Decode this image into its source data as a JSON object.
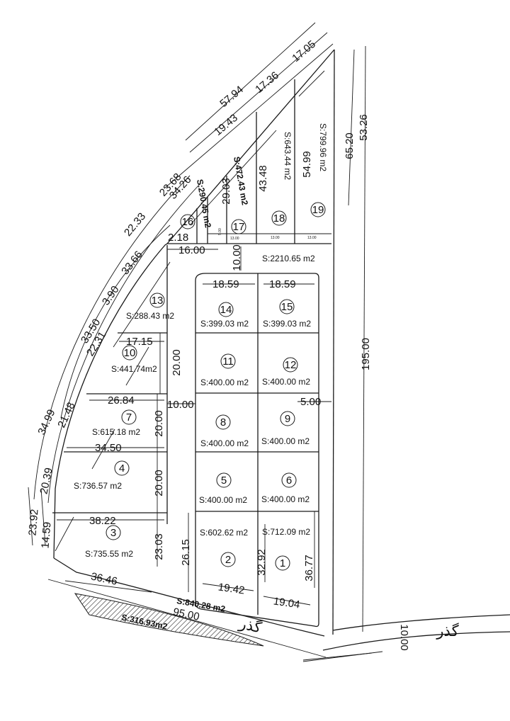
{
  "dims": {
    "d57_94": "57.94",
    "d19_43": "19.43",
    "d17_36": "17.36",
    "d17_05": "17.05",
    "d34_26": "34.26",
    "d23_68": "23.68",
    "d22_33": "22.33",
    "d33_66": "33.66",
    "d33_50": "33.50",
    "d3_90": "3.90",
    "d22_31": "22.31",
    "d34_99": "34.99",
    "d21_48": "21.48",
    "d20_39": "20.39",
    "d23_92": "23.92",
    "d14_59": "14.59",
    "d65_20": "65.20",
    "d53_26": "53.26",
    "d195_00": "195.00",
    "d54_99": "54.99",
    "d43_48": "43.48",
    "d29_03": "29.03",
    "d2_18": "2.18",
    "d16_00": "16.00",
    "d10_00_top": "10.00",
    "d18_59_a": "18.59",
    "d18_59_b": "18.59",
    "d17_15": "17.15",
    "d20_00_a": "20.00",
    "d10_00_mid": "10.00",
    "d26_84": "26.84",
    "d20_00_b": "20.00",
    "d34_50": "34.50",
    "d20_00_c": "20.00",
    "d5_00": "5.00",
    "d38_22": "38.22",
    "d23_03": "23.03",
    "d26_15": "26.15",
    "d32_92": "32.92",
    "d36_77": "36.77",
    "d19_42": "19.42",
    "d19_04": "19.04",
    "d36_46": "36.46",
    "d95_00": "95.00",
    "d10_00_road": "10.00",
    "d13_00_a": "13.00",
    "d13_00_b": "13.00",
    "d13_00_c": "13.00",
    "d5_00_small": "5.00"
  },
  "areas": {
    "a16": "S:290.45 m2",
    "a17": "S:472.43 m2",
    "a18": "S:643.44 m2",
    "a19": "S:799.96 m2",
    "road": "S:2210.65 m2",
    "a13": "S:288.43 m2",
    "a14": "S:399.03 m2",
    "a15": "S:399.03 m2",
    "a10": "S:441.74m2",
    "a11": "S:400.00 m2",
    "a12": "S:400.00 m2",
    "a7": "S:615.18 m2",
    "a8": "S:400.00 m2",
    "a9": "S:400.00 m2",
    "a4": "S:736.57 m2",
    "a5": "S:400.00 m2",
    "a6": "S:400.00 m2",
    "a3": "S:735.55 m2",
    "a2": "S:602.62 m2",
    "a1": "S:712.09 m2",
    "block": "S:840.28 m2",
    "hatch": "S:316.93m2"
  },
  "lots": {
    "n1": "1",
    "n2": "2",
    "n3": "3",
    "n4": "4",
    "n5": "5",
    "n6": "6",
    "n7": "7",
    "n8": "8",
    "n9": "9",
    "n10": "10",
    "n11": "11",
    "n12": "12",
    "n13": "13",
    "n14": "14",
    "n15": "15",
    "n16": "16",
    "n17": "17",
    "n18": "18",
    "n19": "19"
  },
  "roads": {
    "bottom": "گذر",
    "right": "گذر"
  }
}
